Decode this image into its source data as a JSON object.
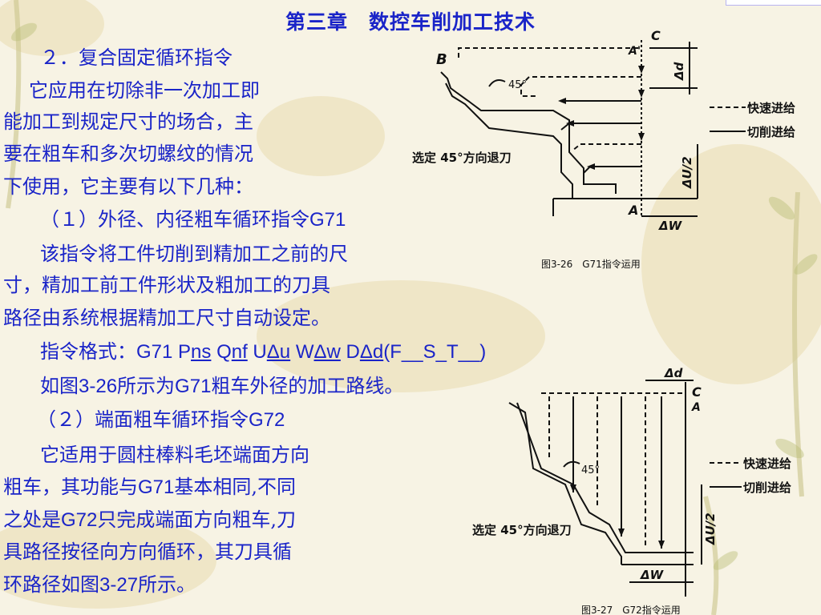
{
  "slide": {
    "title": "第三章　数控车削加工技术"
  },
  "body": {
    "line1": "２．复合固定循环指令",
    "line2": "它应用在切除非一次加工即",
    "line3": "能加工到规定尺寸的场合，主",
    "line4": "要在粗车和多次切螺纹的情况",
    "line5": "下使用，它主要有以下几种：",
    "line6_text": "（１）外径、内径粗车循环指令",
    "line6_code": "G71",
    "line7": "该指令将工件切削到精加工之前的尺",
    "line8": "寸，精加工前工件形状及粗加工的刀具",
    "line9": "路径由系统根据精加工尺寸自动设定。",
    "format_label": "指令格式：",
    "format_g71": "G71 P",
    "format_ns": "ns",
    "format_q": " Q",
    "format_nf": "nf",
    "format_u": " U",
    "format_du": "Δu",
    "format_w": " W",
    "format_dw": "Δw",
    "format_d": " D",
    "format_dd": "Δd",
    "format_tail": "(F__S_T__)",
    "line11_a": "如图",
    "line11_b": "3-26",
    "line11_c": "所示为",
    "line11_d": "G71",
    "line11_e": "粗车外径的加工路线。",
    "line12_text": "（２）端面粗车循环指令",
    "line12_code": "G72",
    "line13": "它适用于圆柱棒料毛坯端面方向",
    "line14_a": "粗车，其功能与",
    "line14_b": "G71",
    "line14_c": "基本相同,不同",
    "line15_a": "之处是",
    "line15_b": "G72",
    "line15_c": "只完成端面方向粗车,刀",
    "line16": "具路径按径向方向循环，其刀具循",
    "line17_a": "环路径如图",
    "line17_b": "3-27",
    "line17_c": "所示。"
  },
  "figure1": {
    "caption": "图3-26　G71指令运用",
    "label_b": "B",
    "label_c": "C",
    "label_a_top": "A'",
    "label_a_bottom": "A",
    "angle": "45°",
    "dim_d": "Δd",
    "dim_u2": "ΔU/2",
    "dim_w": "ΔW",
    "retract_note": "选定 45°方向退刀",
    "legend_rapid": "快速进给",
    "legend_cut": "切削进给"
  },
  "figure2": {
    "caption": "图3-27　G72指令运用",
    "label_c": "C",
    "label_a": "A",
    "angle": "45°",
    "dim_d": "Δd",
    "dim_u2": "ΔU/2",
    "dim_w": "ΔW",
    "retract_note": "选定 45°方向退刀",
    "legend_rapid": "快速进给",
    "legend_cut": "切削进给"
  },
  "colors": {
    "text": "#1a24c8",
    "background": "#f7f3e4",
    "figure_line": "#111111"
  }
}
